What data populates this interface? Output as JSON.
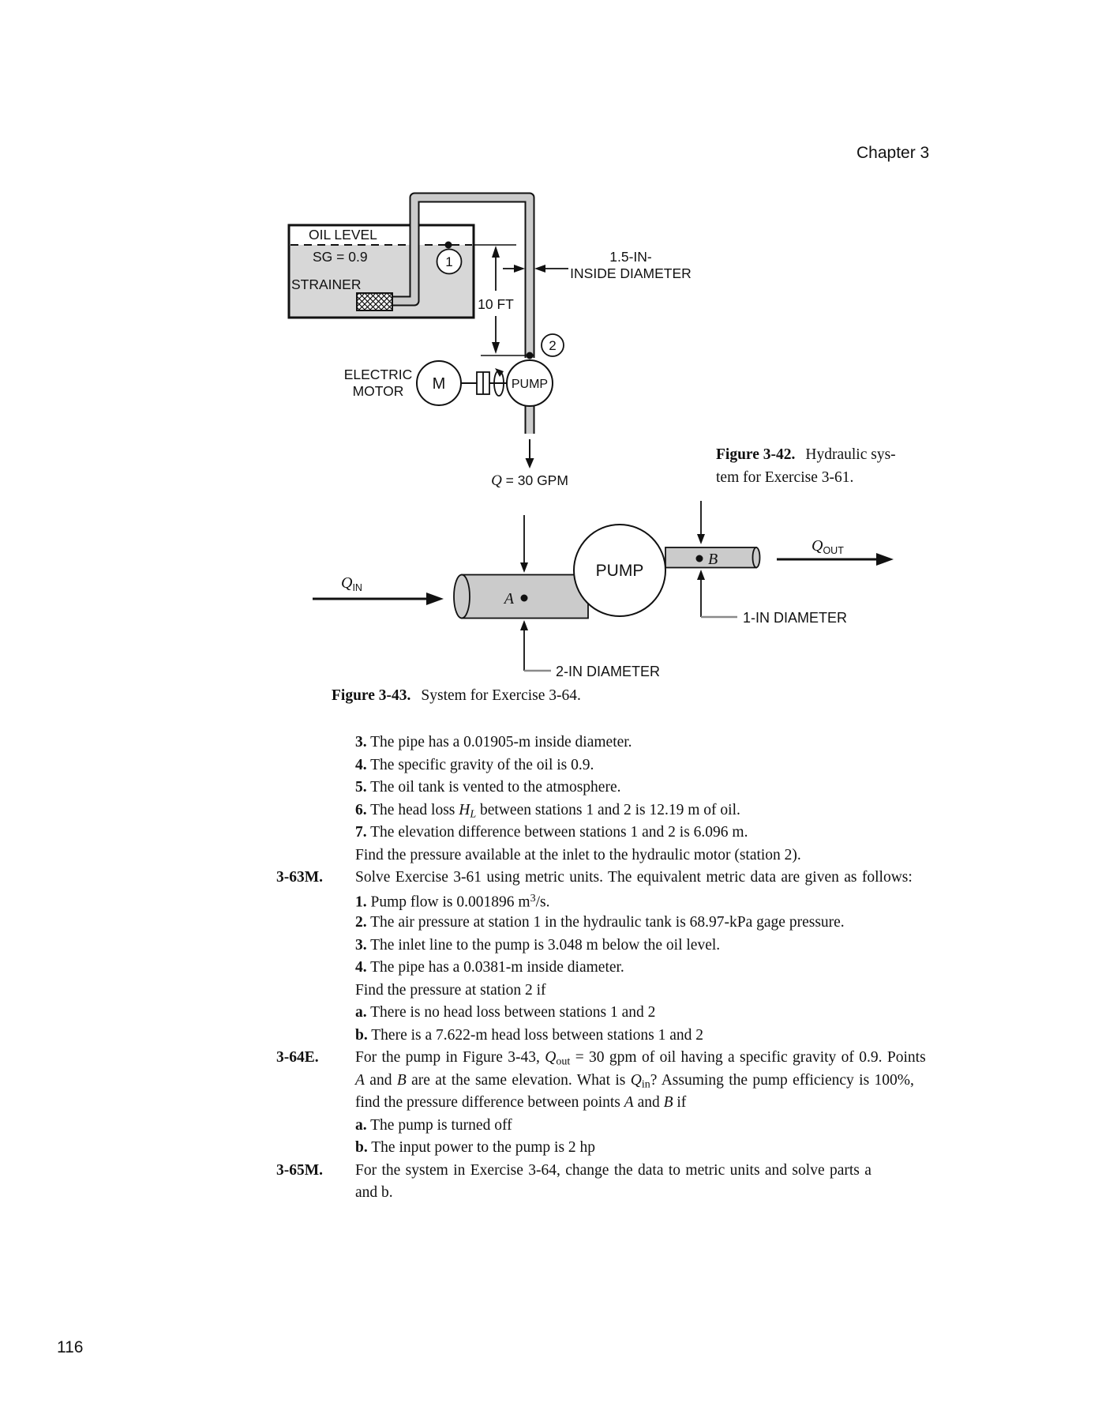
{
  "page": {
    "chapter_header": "Chapter 3",
    "page_number": "116"
  },
  "colors": {
    "ink": "#111111",
    "pipe_gray": "#cbcbcb",
    "oil_gray": "#d7d7d7",
    "leader_gray": "#8a8a8a",
    "paper": "#ffffff"
  },
  "fig42": {
    "labels": {
      "oil_level": "OIL LEVEL",
      "sg": "SG = 0.9",
      "strainer": "STRAINER",
      "station1": "1",
      "station2": "2",
      "ten_ft": "10 FT",
      "id_line1": "1.5-IN-",
      "id_line2": "INSIDE DIAMETER",
      "electric": "ELECTRIC",
      "motor": "MOTOR",
      "motor_letter": "M",
      "pump": "PUMP",
      "flow_q": "Q",
      "flow_rest": " = 30 GPM"
    },
    "caption": {
      "bold": "Figure 3-42.",
      "line1_rest": "Hydraulic sys-",
      "line2": "tem for Exercise 3-61."
    }
  },
  "fig43": {
    "labels": {
      "q_in_main": "Q",
      "q_in_sub": "IN",
      "q_out_main": "Q",
      "q_out_sub": "OUT",
      "pump": "PUMP",
      "point_a": "A",
      "point_b": "B",
      "dia2": "2-IN DIAMETER",
      "dia1": "1-IN DIAMETER"
    },
    "caption": {
      "bold": "Figure 3-43.",
      "rest": "System for Exercise 3-64."
    }
  },
  "exercises": {
    "lines": [
      {
        "segs": [
          [
            "b",
            "3."
          ],
          [
            "",
            "  The pipe has a 0.01905-m inside diameter."
          ]
        ]
      },
      {
        "segs": [
          [
            "b",
            "4."
          ],
          [
            "",
            "  The specific gravity of the oil is 0.9."
          ]
        ]
      },
      {
        "segs": [
          [
            "b",
            "5."
          ],
          [
            "",
            "  The oil tank is vented to the atmosphere."
          ]
        ]
      },
      {
        "segs": [
          [
            "b",
            "6."
          ],
          [
            "",
            "  The head loss "
          ],
          [
            "i",
            "H"
          ],
          [
            "is",
            "L"
          ],
          [
            "",
            " between stations 1 and 2 is 12.19 m of oil."
          ]
        ]
      },
      {
        "segs": [
          [
            "b",
            "7."
          ],
          [
            "",
            "  The elevation difference between stations 1 and 2 is 6.096 m."
          ]
        ]
      },
      {
        "segs": [
          [
            "",
            "Find the pressure available at the inlet to the hydraulic motor (station 2)."
          ]
        ]
      },
      {
        "label": "3-63M.",
        "just": true,
        "segs": [
          [
            "",
            "Solve Exercise 3-61 using metric units. The equivalent metric data are given as follows:"
          ]
        ]
      },
      {
        "segs": [
          [
            "b",
            "1."
          ],
          [
            "",
            "  Pump flow is 0.001896 m"
          ],
          [
            "p",
            "3"
          ],
          [
            "",
            "/s."
          ]
        ]
      },
      {
        "segs": [
          [
            "b",
            "2."
          ],
          [
            "",
            "  The air pressure at station 1 in the hydraulic tank is 68.97-kPa gage pressure."
          ]
        ]
      },
      {
        "segs": [
          [
            "b",
            "3."
          ],
          [
            "",
            "  The inlet line to the pump is 3.048 m below the oil level."
          ]
        ]
      },
      {
        "segs": [
          [
            "b",
            "4."
          ],
          [
            "",
            "  The pipe has a 0.0381-m inside diameter."
          ]
        ]
      },
      {
        "segs": [
          [
            "",
            "Find the pressure at station 2 if"
          ]
        ]
      },
      {
        "segs": [
          [
            "b",
            "a."
          ],
          [
            "",
            "  There is no head loss between stations 1 and 2"
          ]
        ]
      },
      {
        "segs": [
          [
            "b",
            "b."
          ],
          [
            "",
            "  There is a 7.622-m head loss between stations 1 and 2"
          ]
        ]
      },
      {
        "label": "3-64E.",
        "just": true,
        "segs": [
          [
            "",
            "For the pump in Figure 3-43, "
          ],
          [
            "i",
            "Q"
          ],
          [
            "s",
            "out"
          ],
          [
            "",
            " = 30 gpm of oil having a specific gravity of 0.9. Points"
          ]
        ]
      },
      {
        "just": true,
        "segs": [
          [
            "i",
            "A"
          ],
          [
            "",
            " and "
          ],
          [
            "i",
            "B"
          ],
          [
            "",
            " are at the same elevation. What is "
          ],
          [
            "i",
            "Q"
          ],
          [
            "s",
            "in"
          ],
          [
            "",
            "? Assuming the pump efficiency is 100%,"
          ]
        ]
      },
      {
        "segs": [
          [
            "",
            "find the pressure difference between points "
          ],
          [
            "i",
            "A"
          ],
          [
            "",
            " and "
          ],
          [
            "i",
            "B"
          ],
          [
            "",
            " if"
          ]
        ]
      },
      {
        "segs": [
          [
            "b",
            "a."
          ],
          [
            "",
            "  The pump is turned off"
          ]
        ]
      },
      {
        "segs": [
          [
            "b",
            "b."
          ],
          [
            "",
            "  The input power to the pump is 2 hp"
          ]
        ]
      },
      {
        "label": "3-65M.",
        "just": true,
        "segs": [
          [
            "",
            "For the system in Exercise 3-64, change the data to metric units and solve parts a"
          ]
        ]
      },
      {
        "segs": [
          [
            "",
            "and b."
          ]
        ]
      }
    ]
  }
}
